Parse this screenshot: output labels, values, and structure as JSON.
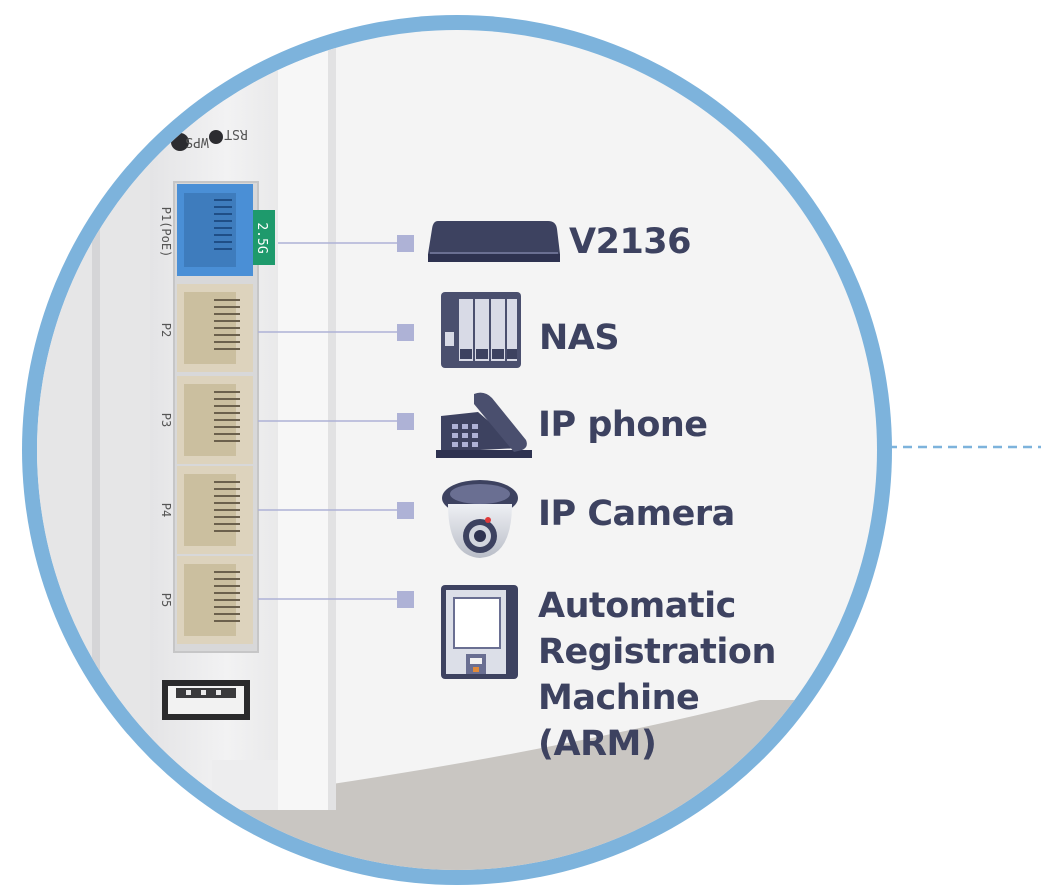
{
  "ports": [
    {
      "id": "p1",
      "silk_label": "P1(PoE)",
      "badge": "2.5G",
      "color": "blue"
    },
    {
      "id": "p2",
      "silk_label": "P2",
      "color": "beige"
    },
    {
      "id": "p3",
      "silk_label": "P3",
      "color": "beige"
    },
    {
      "id": "p4",
      "silk_label": "P4",
      "color": "beige"
    },
    {
      "id": "p5",
      "silk_label": "P5",
      "color": "beige"
    }
  ],
  "top_labels": {
    "rst": "RST",
    "wps": "WPS"
  },
  "devices": [
    {
      "port": "p1",
      "icon": "router-icon",
      "label": "V2136"
    },
    {
      "port": "p2",
      "icon": "nas-icon",
      "label": "NAS"
    },
    {
      "port": "p3",
      "icon": "desk-phone-icon",
      "label": "IP phone"
    },
    {
      "port": "p4",
      "icon": "dome-camera-icon",
      "label": "IP Camera"
    },
    {
      "port": "p5",
      "icon": "kiosk-icon",
      "label_lines": [
        "Automatic",
        "Registration",
        "Machine",
        "(ARM)"
      ]
    }
  ],
  "colors": {
    "ring": "#7db3dc",
    "text": "#3d4260",
    "connector": "#aeb2d6",
    "port_blue": "#4a8fd6",
    "port_beige": "#ddd3bd",
    "badge": "#1e9a6c",
    "floor": "#c8c5c1"
  }
}
